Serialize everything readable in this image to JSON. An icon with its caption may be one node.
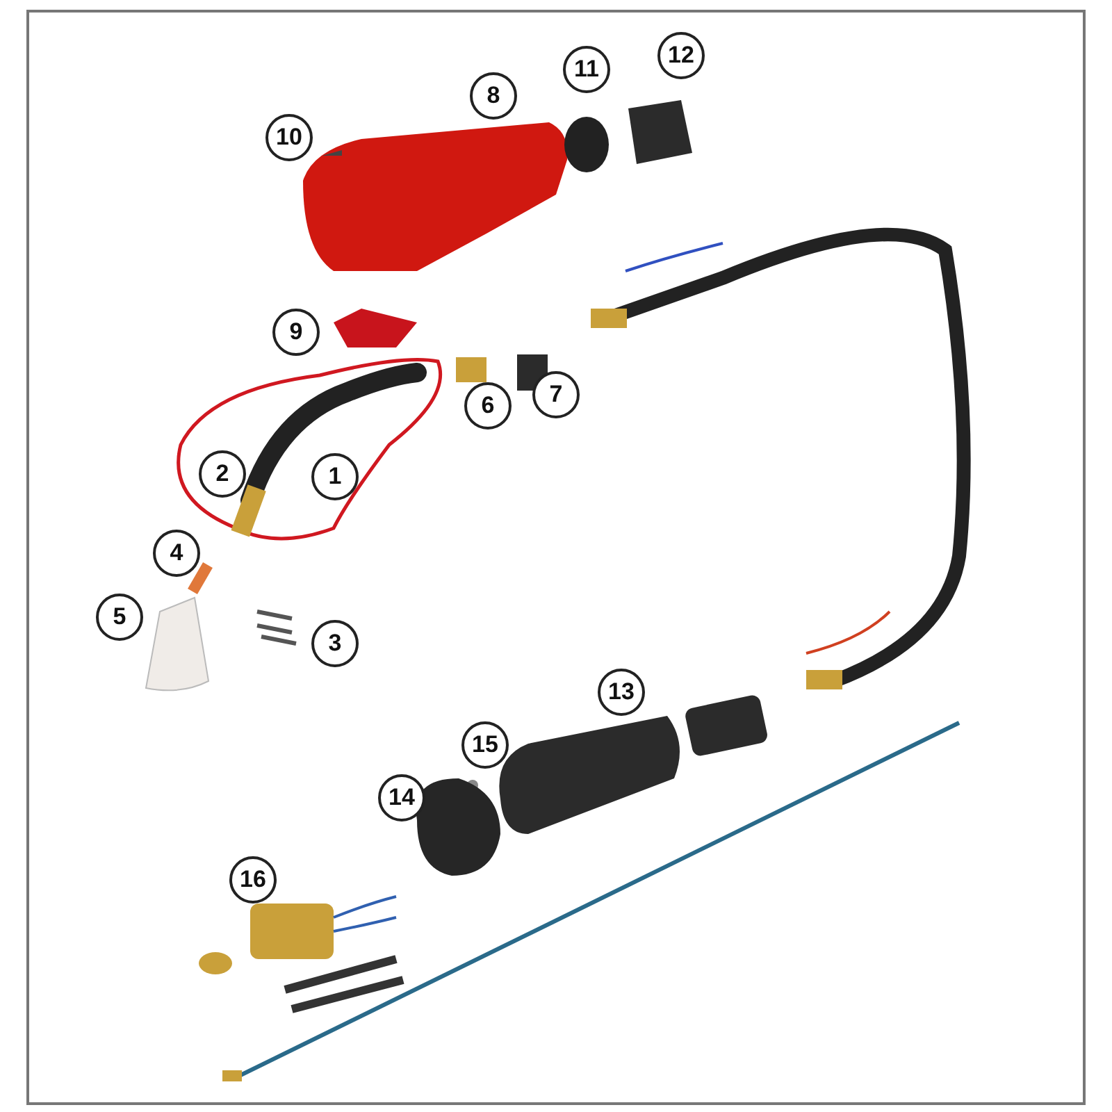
{
  "diagram": {
    "labels": [
      "11",
      "12",
      "8",
      "10",
      "9",
      "7",
      "6",
      "2",
      "1",
      "4",
      "5",
      "3",
      "13",
      "15",
      "14",
      "16"
    ]
  }
}
